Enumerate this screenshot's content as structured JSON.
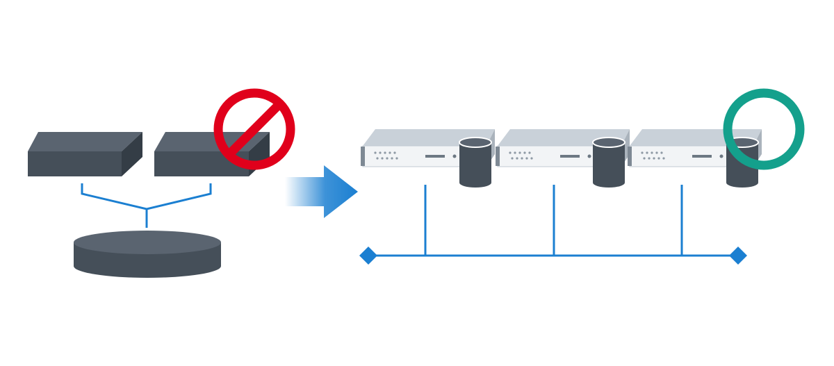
{
  "diagram": {
    "left_group": {
      "devices": [
        {
          "icon": "storage-box-icon",
          "status": "normal"
        },
        {
          "icon": "storage-box-icon",
          "status": "prohibited"
        }
      ],
      "shared_storage": {
        "icon": "disk-platter-icon"
      },
      "prohibited_badge": {
        "icon": "prohibited-icon",
        "color": "#e0001b"
      }
    },
    "transition_arrow": {
      "icon": "arrow-right-icon",
      "color": "#1b7fd1"
    },
    "right_group": {
      "servers": [
        {
          "icon": "rack-server-icon",
          "storage_icon": "database-cylinder-icon",
          "status": "normal"
        },
        {
          "icon": "rack-server-icon",
          "storage_icon": "database-cylinder-icon",
          "status": "normal"
        },
        {
          "icon": "rack-server-icon",
          "storage_icon": "database-cylinder-icon",
          "status": "ok"
        }
      ],
      "ok_badge": {
        "icon": "ok-circle-icon",
        "color": "#14a08c"
      },
      "network_bus": {
        "icon": "network-line-icon",
        "color": "#1b7fd1"
      }
    },
    "colors": {
      "device_front": "#454f59",
      "device_top": "#5a6470",
      "device_side": "#343d46",
      "server_face": "#f2f4f6",
      "server_top": "#c9d1d9",
      "line": "#1b7fd1"
    }
  }
}
